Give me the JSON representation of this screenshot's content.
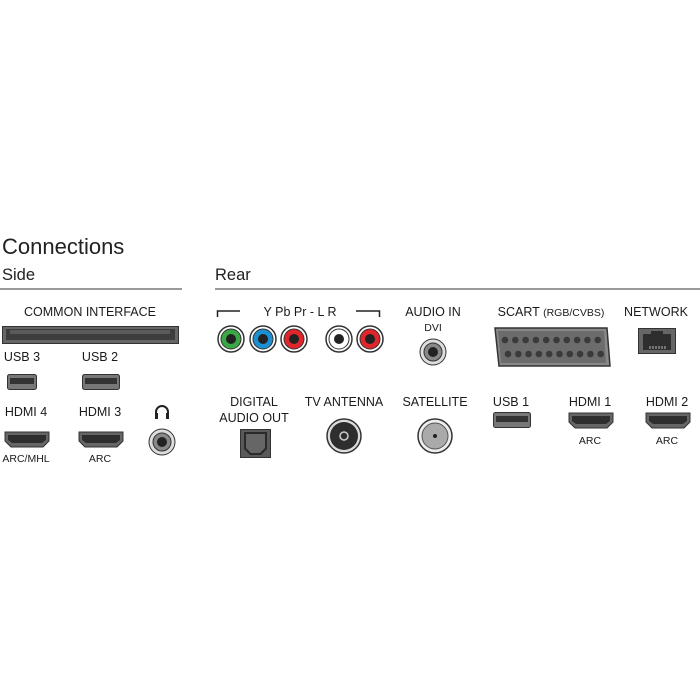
{
  "title": "Connections",
  "side": {
    "heading": "Side",
    "common_interface": "COMMON INTERFACE",
    "usb3": "USB 3",
    "usb2": "USB 2",
    "hdmi4": "HDMI 4",
    "hdmi4_sub": "ARC/MHL",
    "hdmi3": "HDMI 3",
    "hdmi3_sub": "ARC",
    "headphone_icon": "headphones-icon"
  },
  "rear": {
    "heading": "Rear",
    "component": "Y Pb Pr - L R",
    "audio_in": "AUDIO IN",
    "audio_in_sub": "DVI",
    "scart": "SCART",
    "scart_sub": "(RGB/CVBS)",
    "network": "NETWORK",
    "digital_audio_out_1": "DIGITAL",
    "digital_audio_out_2": "AUDIO OUT",
    "tv_antenna": "TV ANTENNA",
    "satellite": "SATELLITE",
    "usb1": "USB 1",
    "hdmi1": "HDMI 1",
    "hdmi1_sub": "ARC",
    "hdmi2": "HDMI 2",
    "hdmi2_sub": "ARC"
  },
  "colors": {
    "green": "#3aa645",
    "blue": "#1b8fd0",
    "red": "#e0262b",
    "white": "#ffffff",
    "rule": "#9a9a9a"
  }
}
